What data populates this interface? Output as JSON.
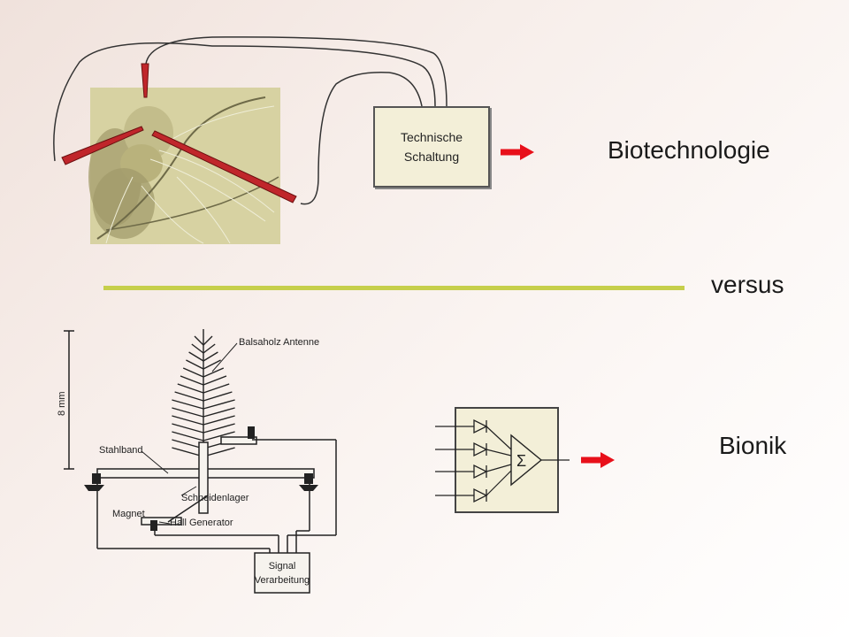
{
  "labels": {
    "biotechnologie": "Biotechnologie",
    "versus": "versus",
    "bionik": "Bionik"
  },
  "circuit_box": {
    "line1": "Technische",
    "line2": "Schaltung"
  },
  "sensor_diagram": {
    "scale": "8 mm",
    "antenna": "Balsaholz Antenne",
    "steel_band": "Stahlband",
    "knife_bearing": "Schneidenlager",
    "magnet": "Magnet",
    "hall": "Hall Generator",
    "signal_line1": "Signal",
    "signal_line2": "Verarbeitung"
  },
  "sum_symbol": "Σ",
  "colors": {
    "arrow": "#e8101a",
    "divider": "#c6cf4b",
    "box_fill": "#f3efd8",
    "photo_tint": "#d8d3a4"
  }
}
